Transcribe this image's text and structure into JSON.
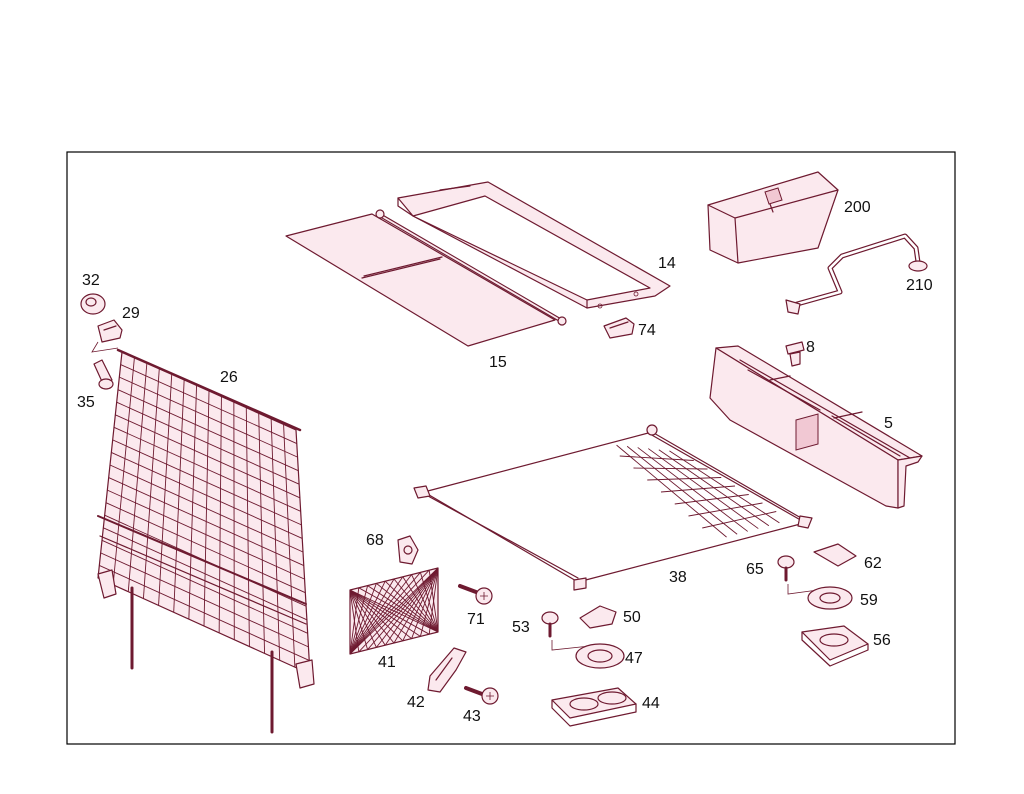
{
  "parts": [
    {
      "id": "p200",
      "label": "200"
    },
    {
      "id": "p14",
      "label": "14"
    },
    {
      "id": "p210",
      "label": "210"
    },
    {
      "id": "p32",
      "label": "32"
    },
    {
      "id": "p29",
      "label": "29"
    },
    {
      "id": "p74",
      "label": "74"
    },
    {
      "id": "p15",
      "label": "15"
    },
    {
      "id": "p8",
      "label": "8"
    },
    {
      "id": "p26",
      "label": "26"
    },
    {
      "id": "p35",
      "label": "35"
    },
    {
      "id": "p5",
      "label": "5"
    },
    {
      "id": "p68",
      "label": "68"
    },
    {
      "id": "p62",
      "label": "62"
    },
    {
      "id": "p65",
      "label": "65"
    },
    {
      "id": "p38",
      "label": "38"
    },
    {
      "id": "p59",
      "label": "59"
    },
    {
      "id": "p71",
      "label": "71"
    },
    {
      "id": "p50",
      "label": "50"
    },
    {
      "id": "p53",
      "label": "53"
    },
    {
      "id": "p56",
      "label": "56"
    },
    {
      "id": "p41",
      "label": "41"
    },
    {
      "id": "p47",
      "label": "47"
    },
    {
      "id": "p42",
      "label": "42"
    },
    {
      "id": "p44",
      "label": "44"
    },
    {
      "id": "p43",
      "label": "43"
    }
  ],
  "colors": {
    "line": "#6e1a30",
    "fill": "#fbe9ee",
    "label": "#111111",
    "frame": "#000000"
  }
}
